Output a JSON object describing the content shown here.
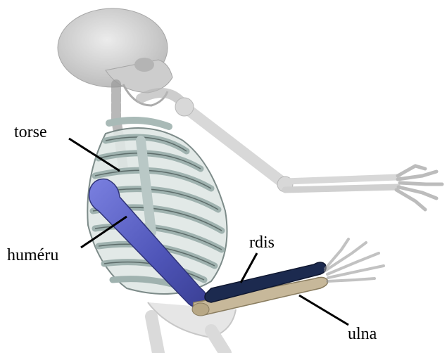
{
  "labels": {
    "torse": "torse",
    "humerus": "huméru",
    "radius": "rdis",
    "ulna": "ulna"
  },
  "colors": {
    "background": "#ffffff",
    "ghost_bone": "#cfcfcf",
    "ghost_bone_stroke": "#9a9a9a",
    "ribcage": "#c9d6d4",
    "ribcage_stroke": "#6f7f7d",
    "humerus": "#4f55b8",
    "radius": "#1c2a4f",
    "ulna": "#c7b89a",
    "leader_line": "#000000"
  }
}
